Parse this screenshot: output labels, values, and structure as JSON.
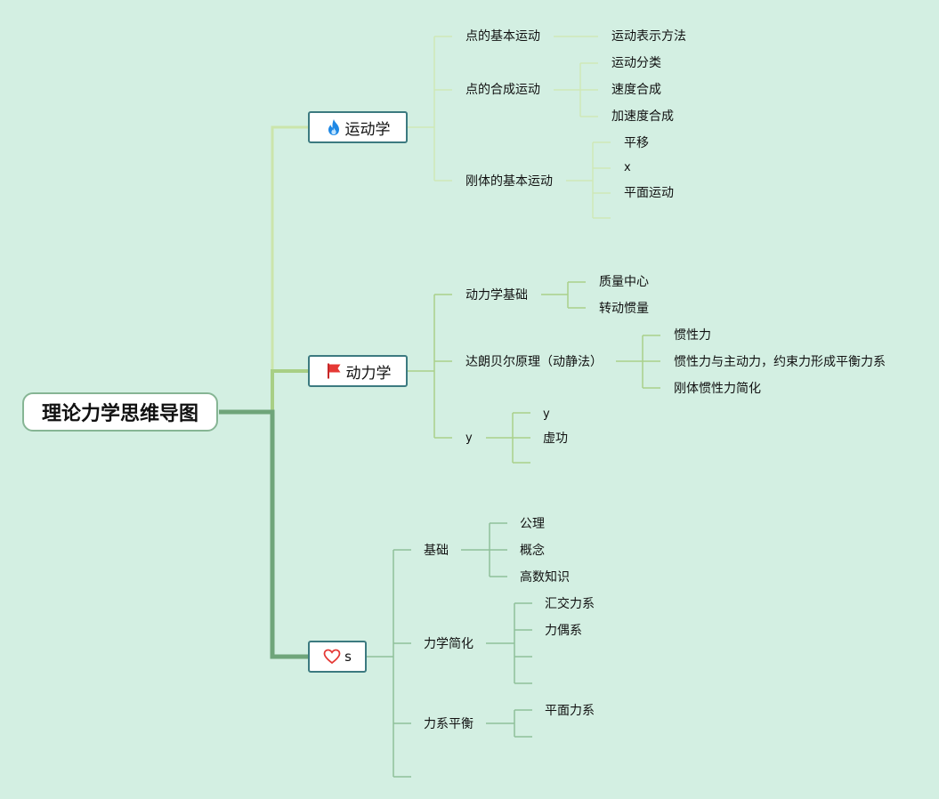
{
  "root": {
    "title": "理论力学思维导图"
  },
  "branches": {
    "kinematics": {
      "label": "运动学",
      "icon": "fire-icon",
      "topics": {
        "point_basic": {
          "label": "点的基本运动",
          "children": [
            "运动表示方法"
          ]
        },
        "point_composite": {
          "label": "点的合成运动",
          "children": [
            "运动分类",
            "速度合成",
            "加速度合成"
          ]
        },
        "rigid_basic": {
          "label": "刚体的基本运动",
          "children": [
            "平移",
            "x",
            "平面运动",
            ""
          ]
        }
      }
    },
    "dynamics": {
      "label": "动力学",
      "icon": "red-flag-icon",
      "topics": {
        "basics": {
          "label": "动力学基础",
          "children": [
            "质量中心",
            "转动惯量"
          ]
        },
        "dalembert": {
          "label": "达朗贝尔原理（动静法）",
          "children": [
            "惯性力",
            "惯性力与主动力，约束力形成平衡力系",
            "刚体惯性力简化"
          ]
        },
        "y": {
          "label": "y",
          "children": [
            "y",
            "虚功",
            ""
          ]
        }
      }
    },
    "statics": {
      "label": "s",
      "icon": "heart-icon",
      "topics": {
        "foundation": {
          "label": "基础",
          "children": [
            "公理",
            "概念",
            "高数知识"
          ]
        },
        "simplify": {
          "label": "力学简化",
          "children": [
            "汇交力系",
            "力偶系",
            "",
            ""
          ]
        },
        "equilibrium": {
          "label": "力系平衡",
          "children": [
            "平面力系",
            ""
          ]
        },
        "empty": {
          "label": ""
        }
      }
    }
  },
  "colors": {
    "background": "#d3efe2",
    "kinematics_line": "#bfe0a0",
    "dynamics_line": "#a8cf85",
    "statics_line": "#6fa57a",
    "child_line_light": "#cfe8b8",
    "child_line_mid": "#a9d08a",
    "child_line_dark": "#8fc09a",
    "branch_border": "#3c7a80",
    "fire": "#1e88e5",
    "flag": "#e53935",
    "heart": "#e53935"
  }
}
